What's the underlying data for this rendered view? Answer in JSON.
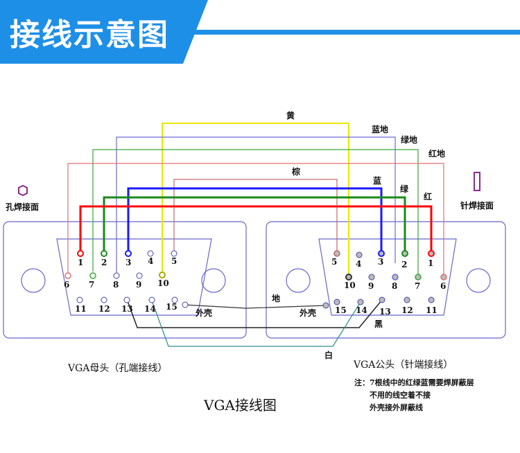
{
  "banner": {
    "title": "接线示意图"
  },
  "labels": {
    "female_face": "孔焊接面",
    "male_face": "针焊接面",
    "female_caption": "VGA母头（孔端接线）",
    "male_caption": "VGA公头（针端接线）",
    "diagram_title": "VGA接线图",
    "note_line1": "注：7根线中的红绿蓝需要焊屏蔽层",
    "note_line2": "不用的线空着不接",
    "note_line3": "外壳接外屏蔽线",
    "shell_left": "外壳",
    "shell_right": "外壳",
    "ground": "地",
    "black": "黑",
    "white": "白"
  },
  "wires": [
    {
      "label": "黄",
      "color": "#e8e800"
    },
    {
      "label": "蓝地",
      "color": "#6a6ad8"
    },
    {
      "label": "绿地",
      "color": "#3aa43a"
    },
    {
      "label": "红地",
      "color": "#e07070"
    },
    {
      "label": "棕",
      "color": "#c06a6a"
    },
    {
      "label": "蓝",
      "color": "#1a1aff"
    },
    {
      "label": "绿",
      "color": "#1a8a1a"
    },
    {
      "label": "红",
      "color": "#ff0000"
    }
  ],
  "female_pins": [
    "1",
    "2",
    "3",
    "4",
    "5",
    "6",
    "7",
    "8",
    "9",
    "10",
    "11",
    "12",
    "13",
    "14",
    "15"
  ],
  "male_pins": [
    "5",
    "4",
    "3",
    "2",
    "1",
    "10",
    "9",
    "8",
    "7",
    "6",
    "15",
    "14",
    "13",
    "12",
    "11"
  ],
  "colors": {
    "banner": "#1e8fe6",
    "outline": "#6666cc",
    "ground": "#333333",
    "white_wire": "#2e8b8b"
  }
}
